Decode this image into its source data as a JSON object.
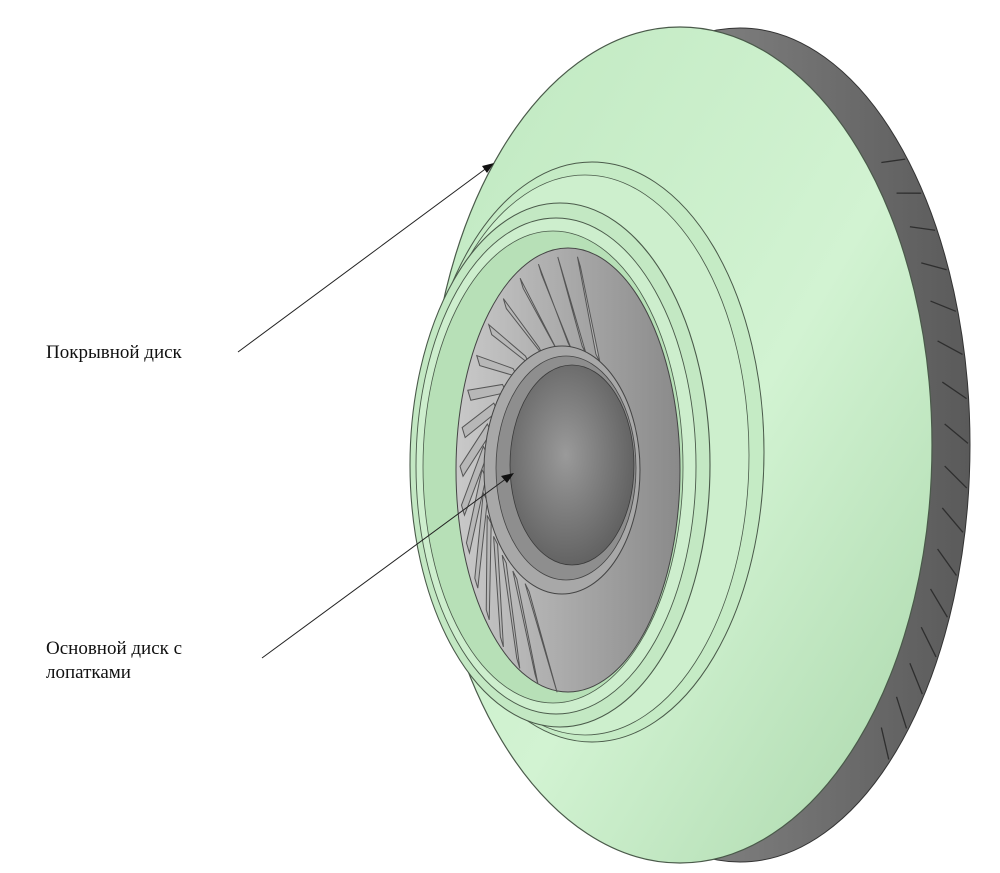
{
  "labels": {
    "cover_disk": "Покрывной диск",
    "main_disk_line1": "Основной диск с",
    "main_disk_line2": "лопатками"
  },
  "colors": {
    "cover_green": "#c8ecc8",
    "cover_edge": "#4a5a4a",
    "metal_light": "#bdbdbd",
    "metal_dark": "#6f6f6f",
    "leader_line": "#222222"
  }
}
